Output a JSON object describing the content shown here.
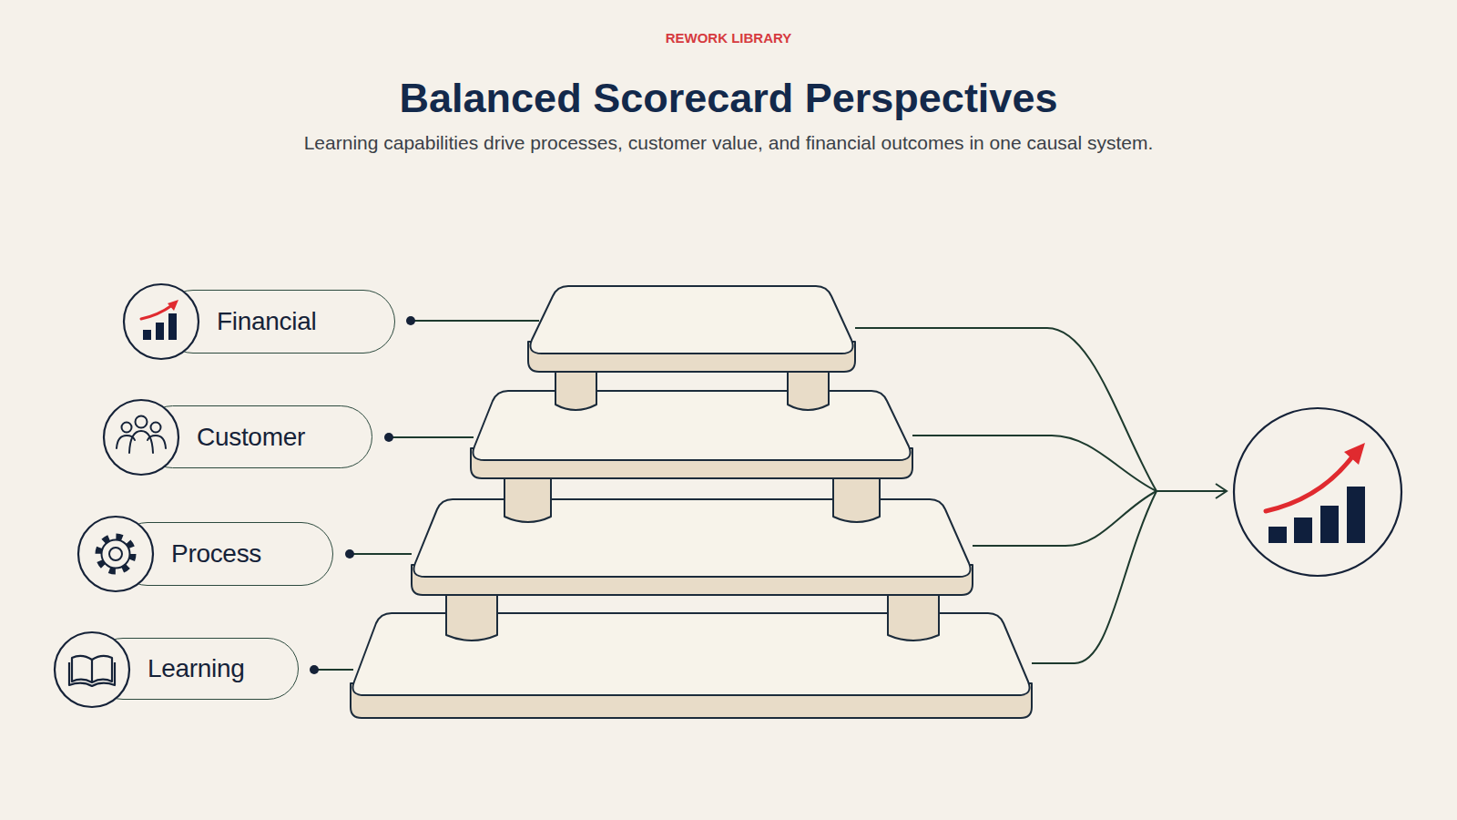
{
  "diagram": {
    "title": "Balanced Scorecard Perspectives",
    "caption": "Learning capabilities drive processes, customer value, and financial outcomes in one causal system.",
    "nodes": [
      {
        "text": [
          "Financial"
        ]
      },
      {
        "text": [
          "Customer"
        ]
      },
      {
        "text": [
          "Process"
        ]
      },
      {
        "text": [
          "Learning"
        ]
      }
    ],
    "labels": [
      "REWORK LIBRARY"
    ]
  }
}
